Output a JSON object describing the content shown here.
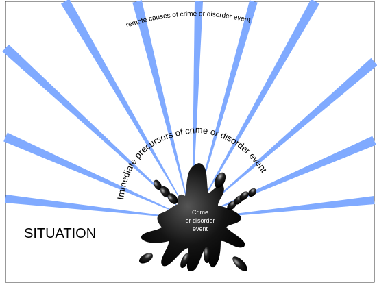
{
  "diagram": {
    "outer_label": "remote causes of crime or  disorder event",
    "inner_label": "Immediate precursors of crime or disorder event",
    "center_label_lines": [
      "Crime",
      "or disorder",
      "event"
    ],
    "situation_label": "SITUATION",
    "ray_color": "#80aaff",
    "splat_color": "#111111",
    "frame_color": "#333333"
  }
}
